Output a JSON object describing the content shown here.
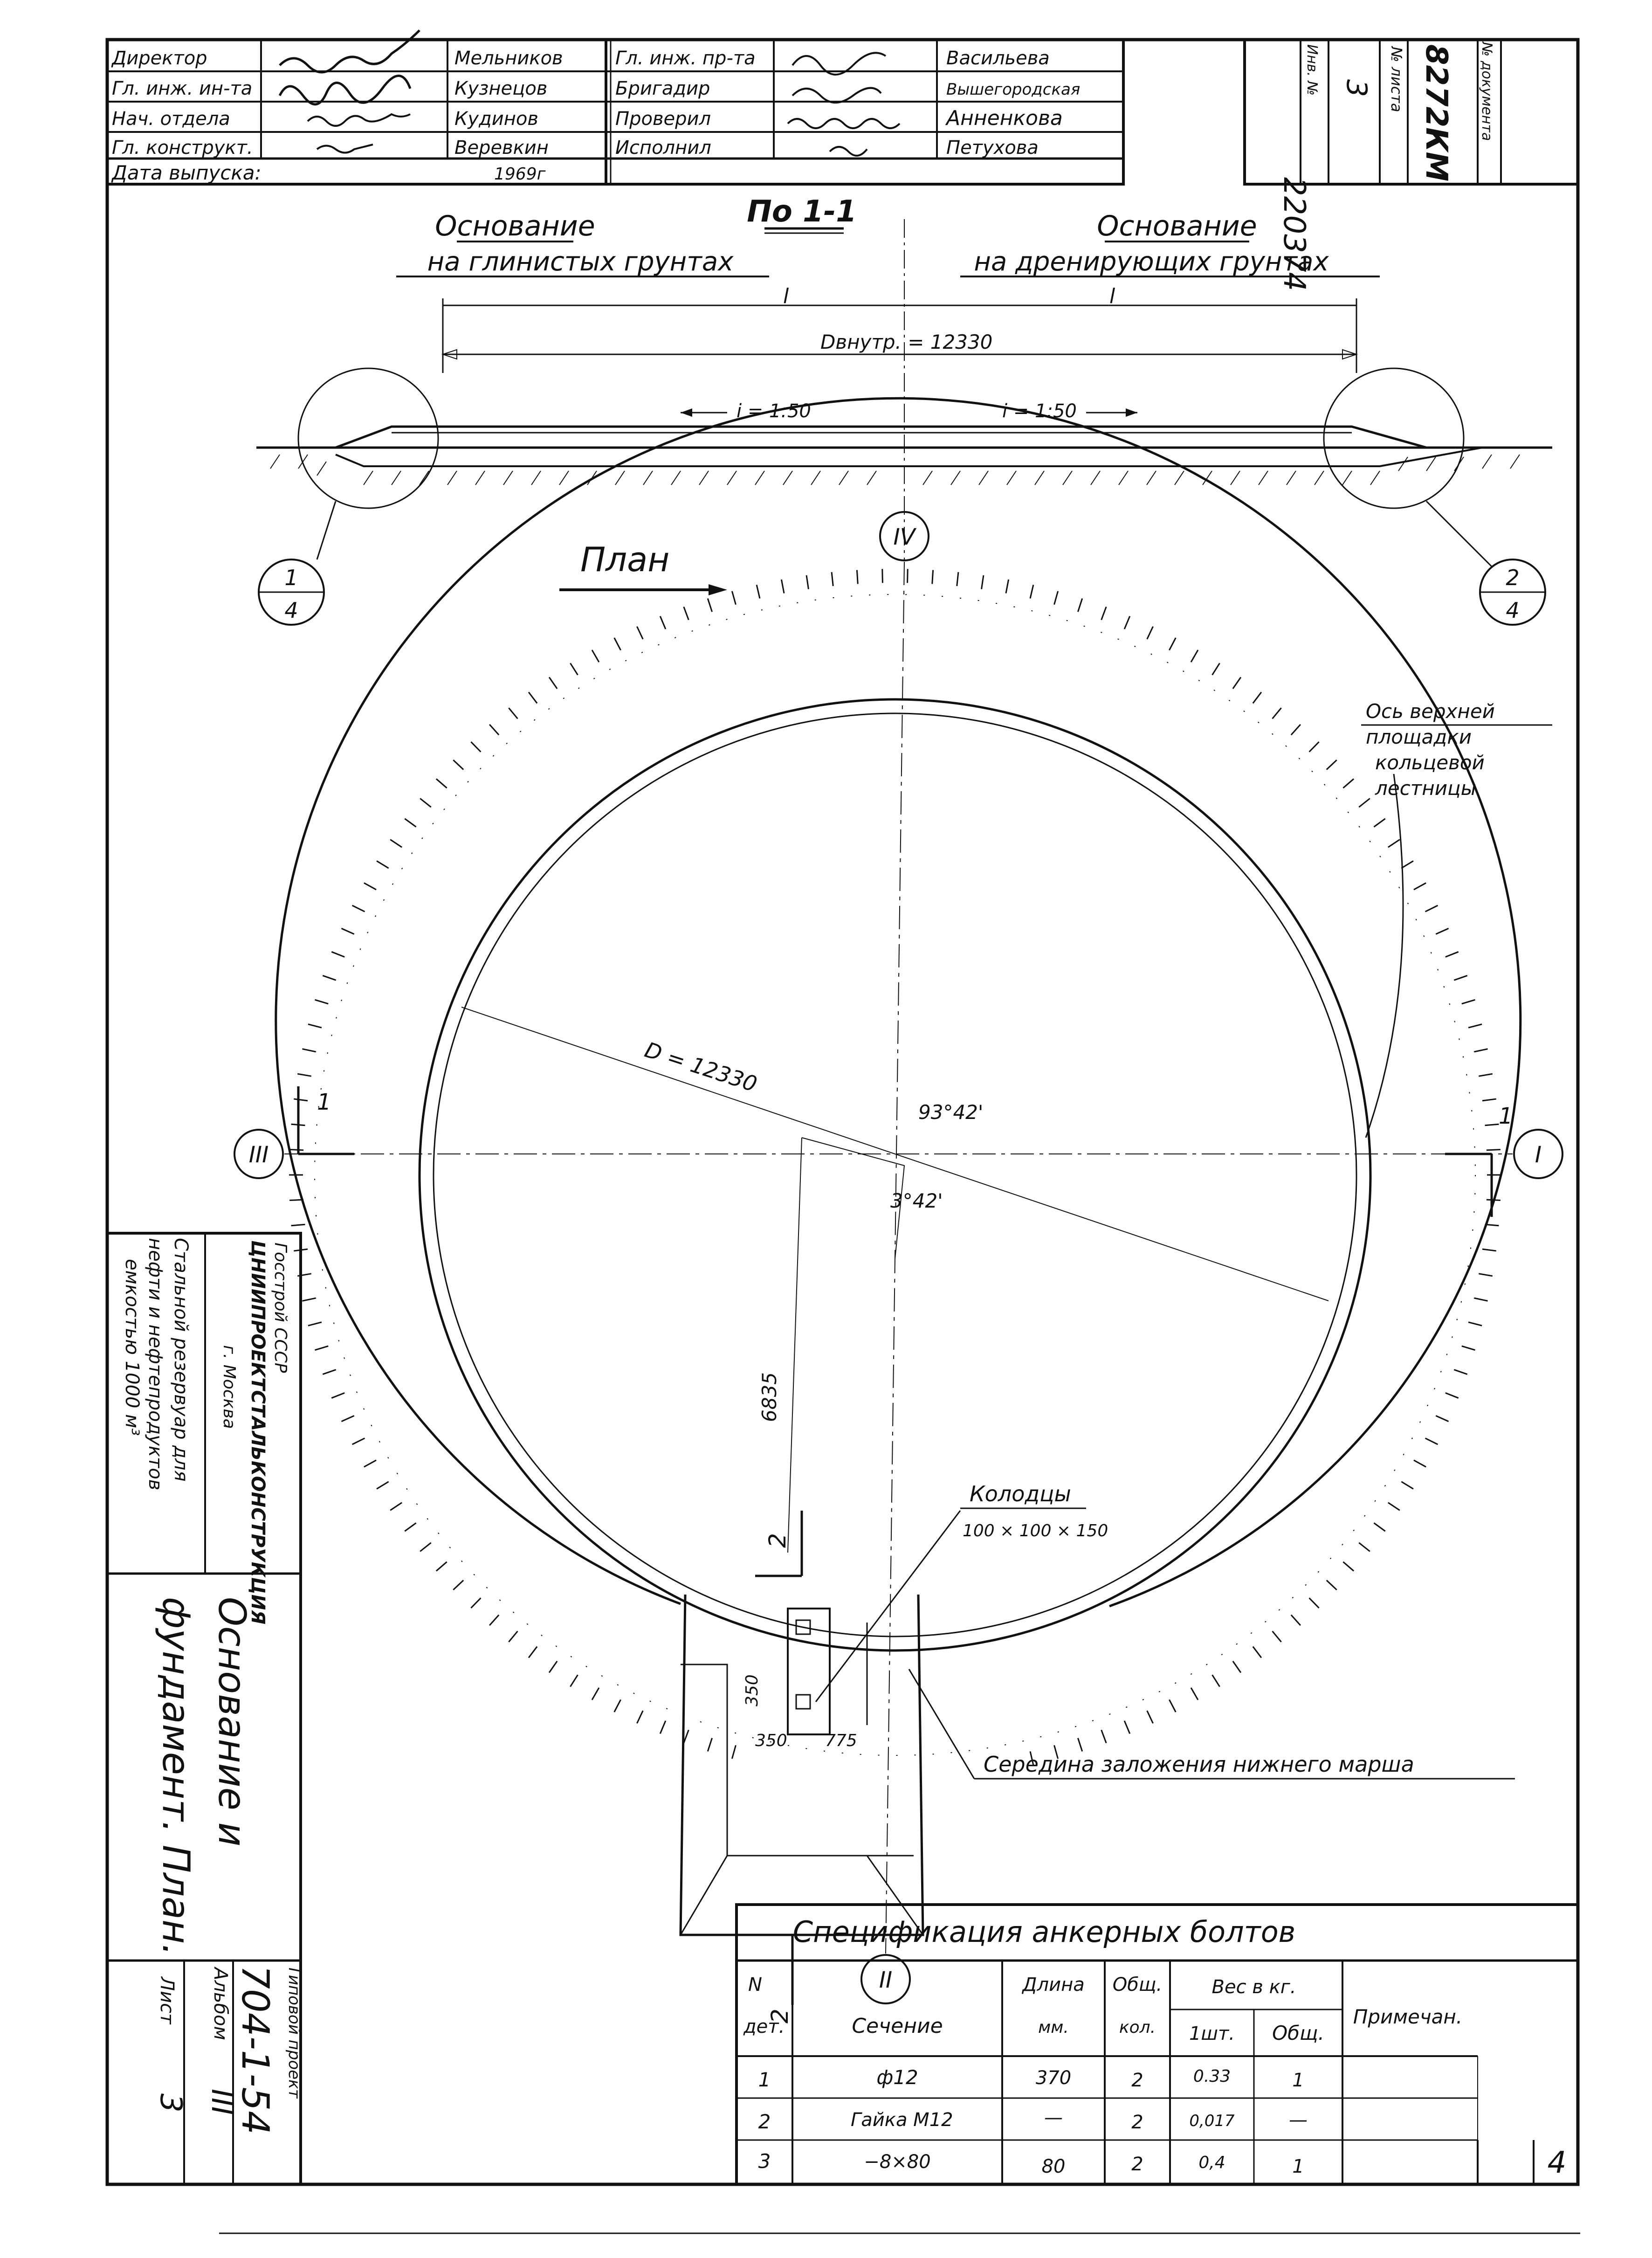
{
  "title_block": {
    "rows": [
      {
        "role": "Директор",
        "sign": "",
        "name": "Мельников"
      },
      {
        "role": "Гл. инж. ин-та",
        "sign": "",
        "name": "Кузнецов"
      },
      {
        "role": "Нач. отдела",
        "sign": "",
        "name": "Кудинов"
      },
      {
        "role": "Гл. конструкт.",
        "sign": "",
        "name": "Веревкин"
      }
    ],
    "rows2": [
      {
        "role": "Гл. инж. пр-та",
        "name": "Васильева"
      },
      {
        "role": "Бригадир",
        "name": "Вышегородская"
      },
      {
        "role": "Проверил",
        "name": "Анненкова"
      },
      {
        "role": "Исполнил",
        "name": "Петухова"
      }
    ],
    "issue_label": "Дата выпуска:",
    "issue_year": "1969г",
    "inv_label": "Инв. №",
    "inv_value": "220374",
    "sheet_label": "№ листа",
    "sheet_value": "3",
    "doc_label": "№ документа",
    "doc_value": "8272КМ"
  },
  "section": {
    "title": "По 1-1",
    "left_caption_1": "Основание",
    "left_caption_2": "на глинистых грунтах",
    "right_caption_1": "Основание",
    "right_caption_2": "на дренирующих грунтах",
    "l_left": "l",
    "l_right": "l",
    "inner_diameter": "Dвнутр. = 12330",
    "slope_left": "i = 1:50",
    "slope_right": "i = 1:50",
    "callout_left": {
      "top": "1",
      "bottom": "4"
    },
    "callout_right": {
      "top": "2",
      "bottom": "4"
    }
  },
  "plan": {
    "title": "План",
    "diameter": "D = 12330",
    "angle_1": "93°42'",
    "angle_2": "3°42'",
    "dim_6835": "6835",
    "axes": {
      "I": "I",
      "II": "II",
      "III": "III",
      "IV": "IV"
    },
    "cut_marks": {
      "one_left": "1",
      "one_right": "1",
      "two_top": "2",
      "two_bottom": "2"
    },
    "ladder_note": [
      "Ось верхней",
      "площадки",
      "кольцевой",
      "лестницы"
    ],
    "wells_title": "Колодцы",
    "wells_size": "100 × 100 × 150",
    "dim_350a": "350",
    "dim_350b": "350",
    "dim_775": "775",
    "lower_flight_note": "Середина заложения нижнего марша"
  },
  "side_stamp": {
    "org1": "Госстрой СССР",
    "org2": "ЦНИИПРОЕКТСТАЛЬКОНСТРУКЦИЯ",
    "city": "г. Москва",
    "desc": [
      "Стальной резервуар для",
      "нефти и нефтепродуктов",
      "емкостью 1000 м³"
    ],
    "drawing_title": [
      "Основание и",
      "фундамент. План."
    ],
    "project_label": "Типовой проект",
    "project_no": "704-1-54",
    "album_label": "Альбом",
    "album_no": "III",
    "sheet_label": "Лист",
    "sheet_no": "3"
  },
  "spec_table": {
    "title": "Спецификация анкерных болтов",
    "headers": {
      "det_1": "N",
      "det_2": "дет.",
      "section": "Сечение",
      "length_1": "Длина",
      "length_2": "мм.",
      "qty_1": "Общ.",
      "qty_2": "кол.",
      "weight": "Вес в кг.",
      "w_one": "1шт.",
      "w_total": "Общ.",
      "notes": "Примечан."
    },
    "rows": [
      {
        "det": "1",
        "section": "ф12",
        "length": "370",
        "qty": "2",
        "w1": "0.33",
        "wt": "1",
        "note": ""
      },
      {
        "det": "2",
        "section": "Гайка М12",
        "length": "—",
        "qty": "2",
        "w1": "0,017",
        "wt": "—",
        "note": ""
      },
      {
        "det": "3",
        "section": "−8×80",
        "length": "80",
        "qty": "2",
        "w1": "0,4",
        "wt": "1",
        "note": ""
      }
    ]
  },
  "page_number": "4"
}
